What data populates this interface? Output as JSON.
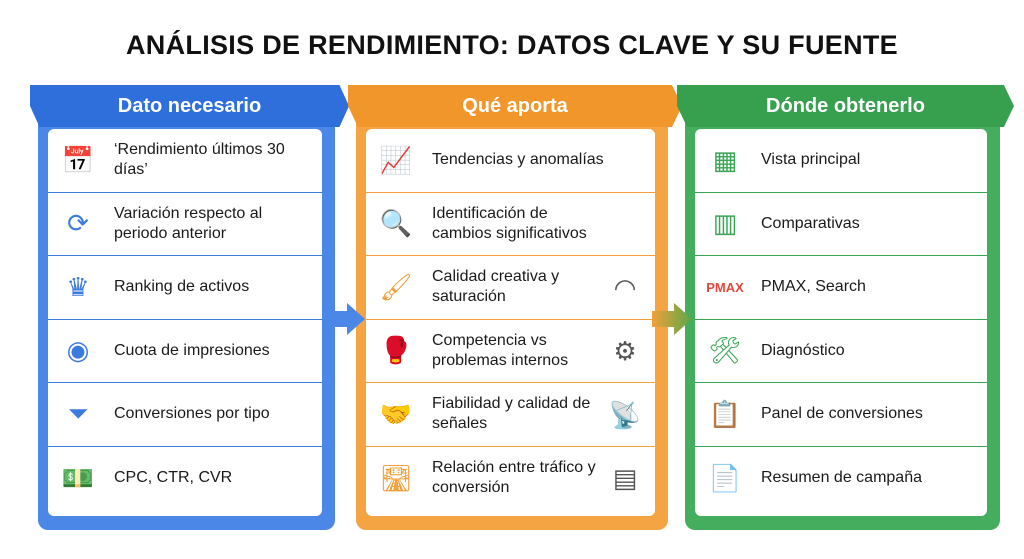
{
  "title": "ANÁLISIS DE RENDIMIENTO: DATOS CLAVE Y SU FUENTE",
  "colors": {
    "blue": "#3b7be0",
    "orange": "#f2a03a",
    "green": "#3aa655"
  },
  "columns": [
    {
      "header": "Dato necesario",
      "rows": [
        {
          "text": "‘Rendimiento últimos 30 días’",
          "icon": "calendar-chart-icon",
          "glyph": "📅"
        },
        {
          "text": "Variación respecto al periodo anterior",
          "icon": "refresh-icon",
          "glyph": "⟳"
        },
        {
          "text": "Ranking de activos",
          "icon": "crown-list-icon",
          "glyph": "♛"
        },
        {
          "text": "Cuota de impresiones",
          "icon": "eye-pie-icon",
          "glyph": "◉"
        },
        {
          "text": "Conversiones por tipo",
          "icon": "funnel-icon",
          "glyph": "⏷"
        },
        {
          "text": "CPC, CTR, CVR",
          "icon": "money-click-icon",
          "glyph": "💵"
        }
      ]
    },
    {
      "header": "Qué aporta",
      "rows": [
        {
          "text": "Tendencias y anomalías",
          "icon": "trend-chart-icon",
          "glyph": "📈"
        },
        {
          "text": "Identificación de cambios significativos",
          "icon": "magnifier-icon",
          "glyph": "🔍"
        },
        {
          "text": "Calidad creativa y saturación",
          "icon": "paintbrush-icon",
          "glyph": "🖌",
          "icon2": "gauge-icon",
          "glyph2": "◠"
        },
        {
          "text": "Competencia vs problemas internos",
          "icon": "boxers-icon",
          "glyph": "🥊",
          "icon2": "gear-icon",
          "glyph2": "⚙"
        },
        {
          "text": "Fiabilidad y calidad de señales",
          "icon": "handshake-icon",
          "glyph": "🤝",
          "icon2": "signal-tower-icon",
          "glyph2": "📡"
        },
        {
          "text": "Relación entre tráfico y conversión",
          "icon": "road-icon",
          "glyph": "🛣",
          "icon2": "landing-page-icon",
          "glyph2": "▤"
        }
      ]
    },
    {
      "header": "Dónde obtenerlo",
      "rows": [
        {
          "text": "Vista principal",
          "icon": "dashboard-icon",
          "glyph": "▦"
        },
        {
          "text": "Comparativas",
          "icon": "compare-charts-icon",
          "glyph": "▥"
        },
        {
          "text": "PMAX, Search",
          "icon": "pmax-search-icon",
          "glyph": "PMAX"
        },
        {
          "text": "Diagnóstico",
          "icon": "tools-check-icon",
          "glyph": "🛠"
        },
        {
          "text": "Panel de conversiones",
          "icon": "clipboard-check-icon",
          "glyph": "📋"
        },
        {
          "text": "Resumen de campaña",
          "icon": "report-icon",
          "glyph": "📄"
        }
      ]
    }
  ]
}
